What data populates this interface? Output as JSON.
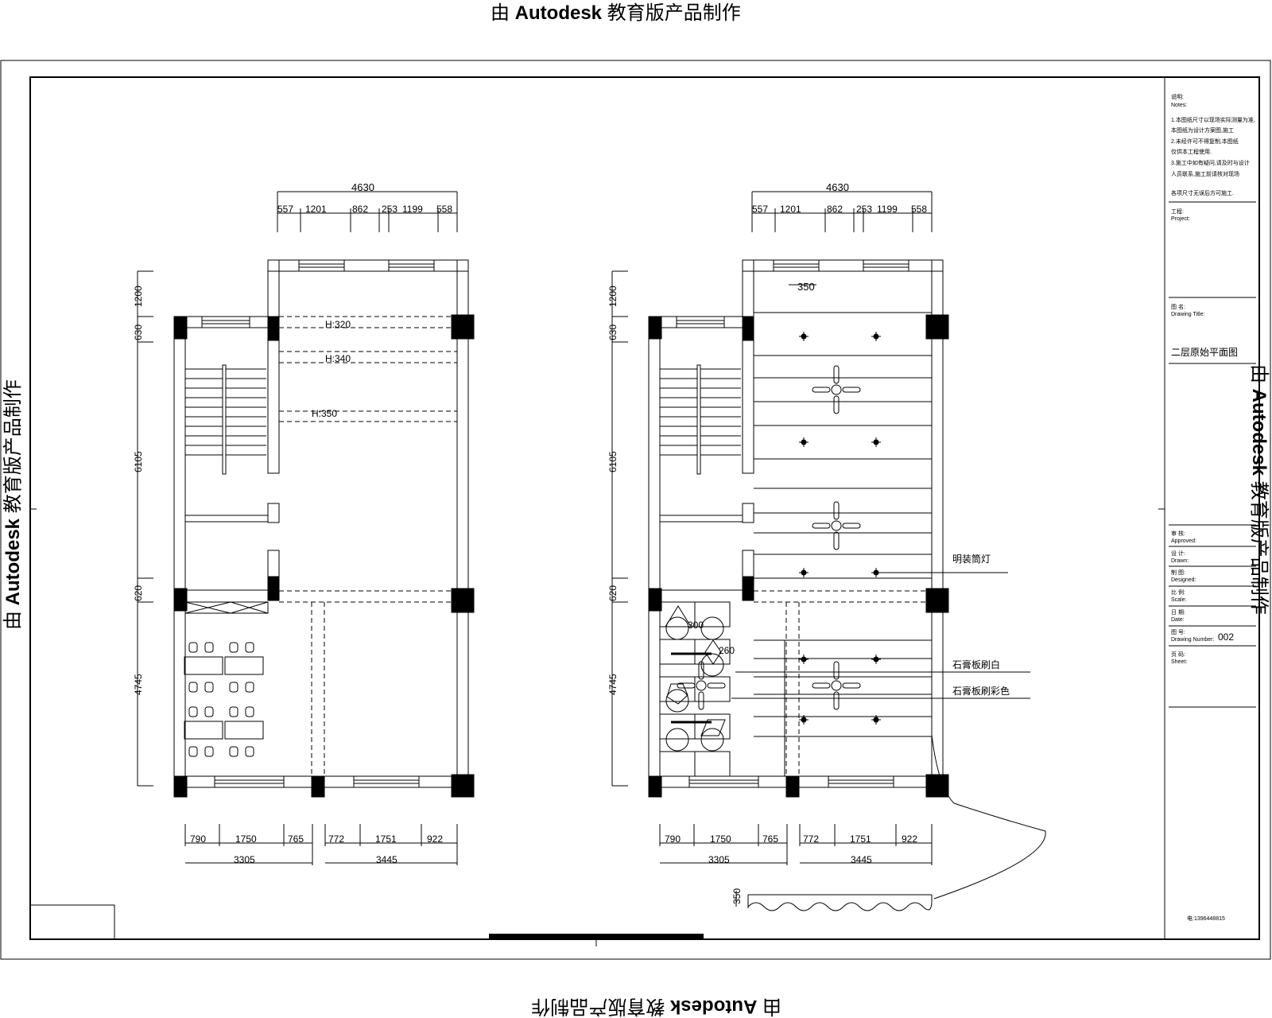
{
  "watermark": {
    "prefix": "由 ",
    "brand": "Autodesk",
    "suffix": " 教育版产品制作"
  },
  "plans": {
    "top_total": "4630",
    "top_segments": [
      "557",
      "1201",
      "862",
      "253",
      "1199",
      "558"
    ],
    "left_dims": [
      "1200",
      "630",
      "6105",
      "620",
      "4745"
    ],
    "bottom_left_segments": [
      "790",
      "1750",
      "765"
    ],
    "bottom_left_total": "3305",
    "bottom_right_segments": [
      "772",
      "1751",
      "922"
    ],
    "bottom_right_total": "3445",
    "beam_labels": [
      "H:320",
      "H:340",
      "H:350"
    ],
    "ceiling_level": "350",
    "floor_level_a": "300",
    "floor_level_b": "260",
    "section_height": "350"
  },
  "callouts": {
    "downlight": "明装筒灯",
    "gypsum_white": "石膏板刷白",
    "gypsum_color": "石膏板刷彩色"
  },
  "title_block": {
    "notes_title": "说明:",
    "notes_title_en": "Notes:",
    "notes_lines": [
      "1.本图纸尺寸以现场实际测量为准,",
      "本图纸为设计方案图,施工",
      "2.未经许可不得复制,本图纸",
      "仅供本工程使用.",
      "3.施工中如有疑问,请及时与设计",
      "人员联系,施工前请核对现场",
      "各项尺寸无误后方可施工."
    ],
    "project_label": "工程:",
    "project_label_en": "Project:",
    "drawing_title_label": "图 名:",
    "drawing_title_label_en": "Drawing Title:",
    "drawing_title": "二层原始平面图",
    "approved_label": "审 核:",
    "approved_label_en": "Approved:",
    "drawn_label": "设 计:",
    "drawn_label_en": "Drawn:",
    "designed_label": "制 图:",
    "designed_label_en": "Designed:",
    "scale_label": "比 例:",
    "scale_label_en": "Scale:",
    "date_label": "日 期:",
    "date_label_en": "Date:",
    "drawing_no_label": "图 号:",
    "drawing_no_label_en": "Drawing Number:",
    "drawing_no": "002",
    "sheet_label": "页 码:",
    "sheet_label_en": "Sheet:",
    "phone": "电:1396448815"
  }
}
